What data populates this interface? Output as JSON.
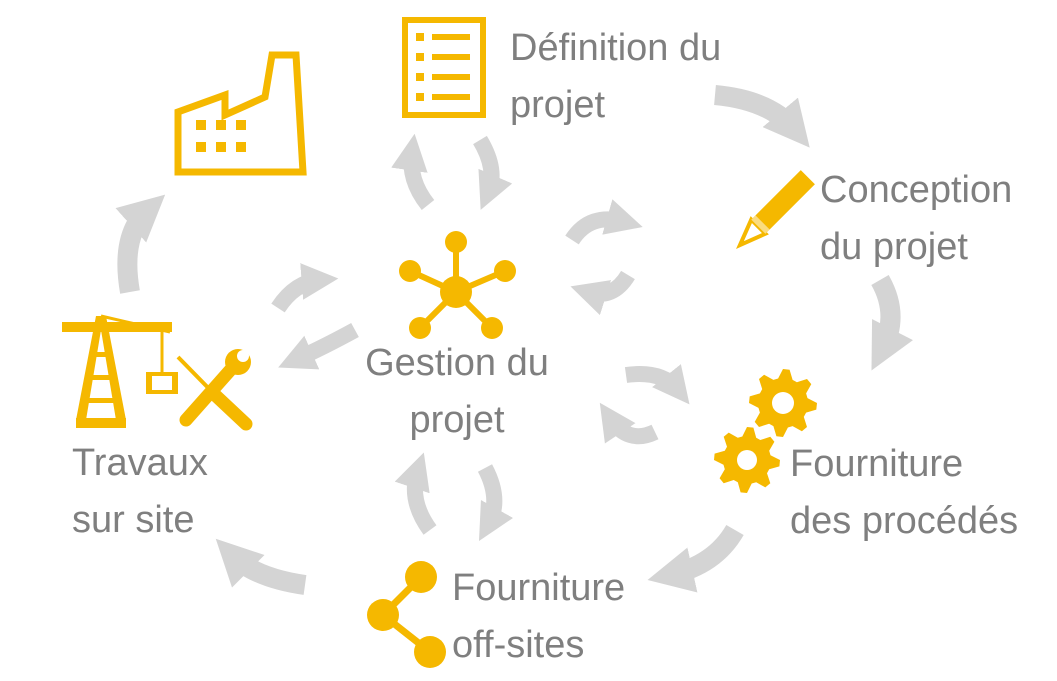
{
  "colors": {
    "accent": "#F5B800",
    "arrow": "#d4d4d4",
    "text": "#7f7f7f"
  },
  "nodes": {
    "definition": {
      "line1": "Définition du",
      "line2": "projet",
      "icon": "checklist-icon"
    },
    "conception": {
      "line1": "Conception",
      "line2": "du projet",
      "icon": "pencil-icon"
    },
    "fourniture_procedes": {
      "line1": "Fourniture",
      "line2": "des procédés",
      "icon": "gears-icon"
    },
    "fourniture_offsites": {
      "line1": "Fourniture",
      "line2": "off-sites",
      "icon": "share-icon"
    },
    "travaux": {
      "line1": "Travaux",
      "line2": "sur site",
      "icon": "crane-tools-icon"
    },
    "usine": {
      "icon": "factory-icon"
    },
    "gestion": {
      "line1": "Gestion du",
      "line2": "projet",
      "icon": "network-icon"
    }
  }
}
